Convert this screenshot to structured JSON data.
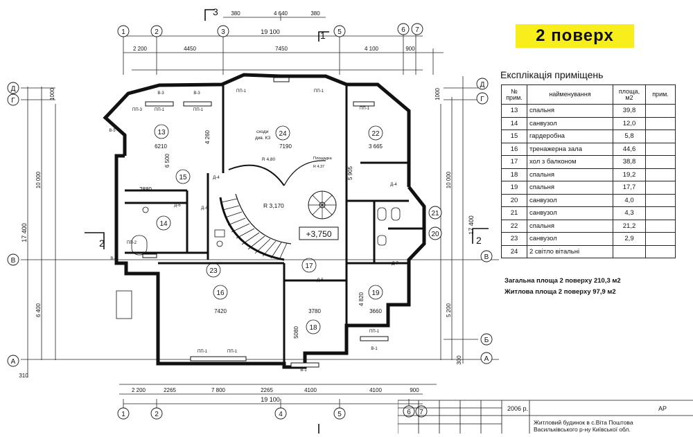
{
  "floor_label": "2 поверх",
  "explication": {
    "title": "Експлікація приміщень",
    "headers": [
      "№ прим.",
      "найменування",
      "площа, м2",
      "прим."
    ],
    "rows": [
      [
        "13",
        "спальня",
        "39,8"
      ],
      [
        "14",
        "санвузол",
        "12,0"
      ],
      [
        "15",
        "гардеробна",
        "5,8"
      ],
      [
        "16",
        "тренажерна зала",
        "44,6"
      ],
      [
        "17",
        "хол з балконом",
        "38,8"
      ],
      [
        "18",
        "спальня",
        "19,2"
      ],
      [
        "19",
        "спальня",
        "17,7"
      ],
      [
        "20",
        "санвузол",
        "4,0"
      ],
      [
        "21",
        "санвузол",
        "4,3"
      ],
      [
        "22",
        "спальня",
        "21,2"
      ],
      [
        "23",
        "санвузол",
        "2,9"
      ],
      [
        "24",
        "2 світло вітальні",
        ""
      ]
    ]
  },
  "totals": {
    "total_area": "Загальна площа 2 поверху 210,3  м2",
    "living_area": "Житлова площа 2 поверху 97,9  м2"
  },
  "stamp": {
    "year": "2006 р.",
    "code": "АР",
    "title_line1": "Житловий будинок в с.Віта Поштова",
    "title_line2": "Васильківського р-ну  Київської обл."
  },
  "plan": {
    "level_mark": "+3,750",
    "axes_top": [
      "1",
      "2",
      "3",
      "4",
      "5",
      "6",
      "7"
    ],
    "axes_left": [
      "Д",
      "Г",
      "В",
      "Б",
      "А"
    ],
    "section_marks": [
      "1",
      "2"
    ],
    "overall_width": "19 100",
    "overall_height": "17 400",
    "top_dims_row1": [
      "2 200",
      "4450",
      "7450",
      "4 100",
      "900"
    ],
    "top_dims_row2": [
      "380",
      "4 640",
      "380"
    ],
    "bottom_dims_row1": [
      "2 200",
      "2265",
      "7 800",
      "2265",
      "4100",
      "4100",
      "900"
    ],
    "left_dims": [
      "10 000",
      "6 400",
      "1000",
      "310"
    ],
    "right_dims": [
      "10 000",
      "5 200",
      "300",
      "1000"
    ],
    "room_numbers": [
      "13",
      "14",
      "15",
      "16",
      "17",
      "18",
      "19",
      "20",
      "21",
      "22",
      "23",
      "24"
    ],
    "room_dims": [
      "6210",
      "7190",
      "3 665",
      "7420",
      "3780",
      "3660",
      "2880",
      "6 500",
      "5 905",
      "4 820",
      "5080",
      "4 260"
    ],
    "radii": [
      "R 4,80",
      "R 3,170"
    ],
    "stair_note": [
      "сходи",
      "див. КЗ"
    ],
    "landing_note": [
      "Площадка",
      "R 4,37"
    ],
    "window_tags": [
      "В-3",
      "В-5",
      "В-6",
      "ПП-1",
      "ПП-2",
      "ПП-3",
      "В-1",
      "Д-4",
      "Д-5",
      "Д-6",
      "Д-7"
    ]
  }
}
